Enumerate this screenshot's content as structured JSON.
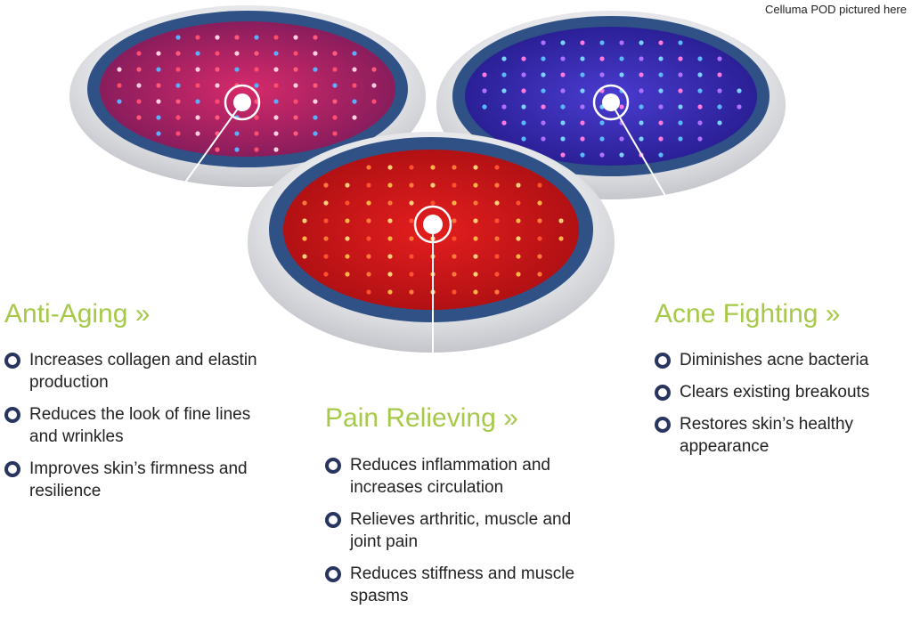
{
  "caption": "Celluma POD pictured here",
  "sections": [
    {
      "heading": "Anti-Aging »",
      "items": [
        "Increases collagen and elastin production",
        "Reduces the look of fine lines and wrinkles",
        "Improves skin’s firmness and resilience"
      ]
    },
    {
      "heading": "Pain Relieving »",
      "items": [
        "Reduces inflammation and increases circulation",
        "Relieves arthritic, muscle and joint pain",
        "Reduces stiffness and muscle spasms"
      ]
    },
    {
      "heading": "Acne Fighting »",
      "items": [
        "Diminishes acne bacteria",
        "Clears existing breakouts",
        "Restores skin’s healthy appearance"
      ]
    }
  ],
  "colors": {
    "heading": "#a6c94a",
    "bullet": "#27355f",
    "rim": "#2f5186",
    "anti_aging_panel": "#b0205a",
    "pain_panel": "#d4171a",
    "acne_panel": "#3a2fb0"
  }
}
